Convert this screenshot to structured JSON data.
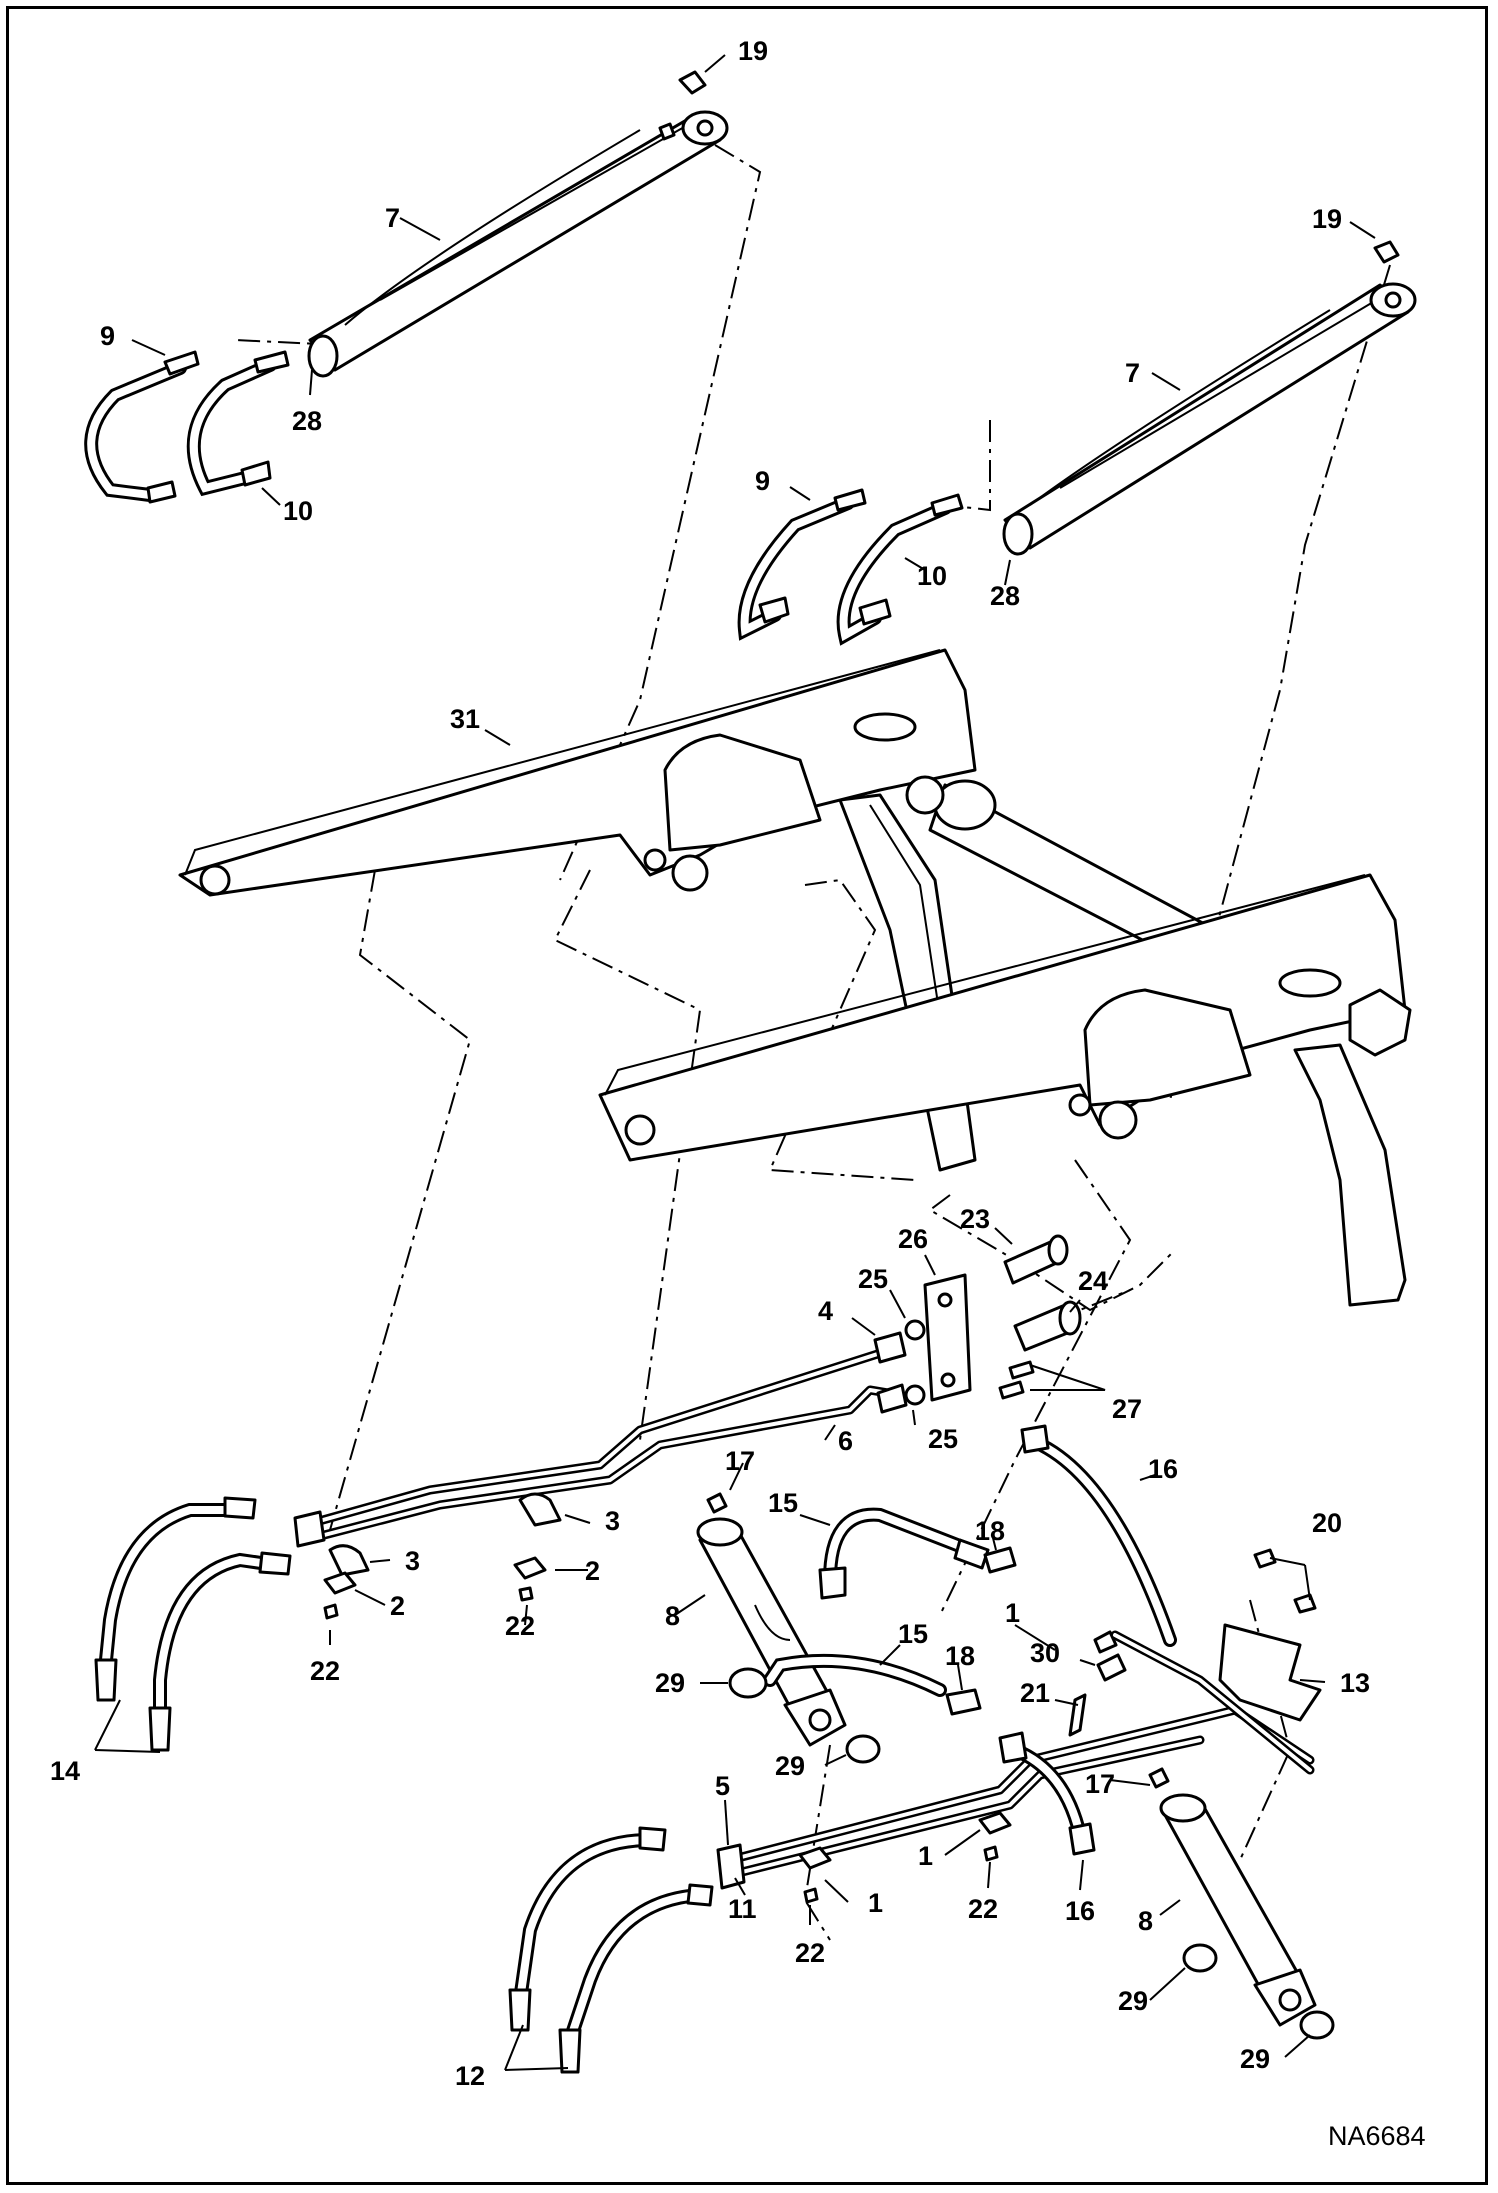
{
  "diagram_id": "NA6684",
  "callouts": [
    {
      "id": "c1",
      "text": "19"
    },
    {
      "id": "c2",
      "text": "7"
    },
    {
      "id": "c3",
      "text": "9"
    },
    {
      "id": "c4",
      "text": "28"
    },
    {
      "id": "c5",
      "text": "10"
    },
    {
      "id": "c6",
      "text": "19"
    },
    {
      "id": "c7",
      "text": "7"
    },
    {
      "id": "c8",
      "text": "9"
    },
    {
      "id": "c9",
      "text": "10"
    },
    {
      "id": "c10",
      "text": "28"
    },
    {
      "id": "c11",
      "text": "31"
    },
    {
      "id": "c12",
      "text": "26"
    },
    {
      "id": "c13",
      "text": "23"
    },
    {
      "id": "c14",
      "text": "25"
    },
    {
      "id": "c15",
      "text": "24"
    },
    {
      "id": "c16",
      "text": "4"
    },
    {
      "id": "c17",
      "text": "27"
    },
    {
      "id": "c18",
      "text": "25"
    },
    {
      "id": "c19",
      "text": "6"
    },
    {
      "id": "c20",
      "text": "17"
    },
    {
      "id": "c21",
      "text": "16"
    },
    {
      "id": "c22",
      "text": "15"
    },
    {
      "id": "c23",
      "text": "18"
    },
    {
      "id": "c24",
      "text": "3"
    },
    {
      "id": "c25",
      "text": "20"
    },
    {
      "id": "c26",
      "text": "3"
    },
    {
      "id": "c27",
      "text": "2"
    },
    {
      "id": "c28",
      "text": "2"
    },
    {
      "id": "c29",
      "text": "8"
    },
    {
      "id": "c30",
      "text": "1"
    },
    {
      "id": "c31",
      "text": "22"
    },
    {
      "id": "c32",
      "text": "15"
    },
    {
      "id": "c33",
      "text": "18"
    },
    {
      "id": "c34",
      "text": "30"
    },
    {
      "id": "c35",
      "text": "22"
    },
    {
      "id": "c36",
      "text": "13"
    },
    {
      "id": "c37",
      "text": "29"
    },
    {
      "id": "c38",
      "text": "21"
    },
    {
      "id": "c39",
      "text": "14"
    },
    {
      "id": "c40",
      "text": "29"
    },
    {
      "id": "c41",
      "text": "5"
    },
    {
      "id": "c42",
      "text": "17"
    },
    {
      "id": "c43",
      "text": "1"
    },
    {
      "id": "c44",
      "text": "1"
    },
    {
      "id": "c45",
      "text": "11"
    },
    {
      "id": "c46",
      "text": "22"
    },
    {
      "id": "c47",
      "text": "16"
    },
    {
      "id": "c48",
      "text": "8"
    },
    {
      "id": "c49",
      "text": "22"
    },
    {
      "id": "c50",
      "text": "29"
    },
    {
      "id": "c51",
      "text": "12"
    },
    {
      "id": "c52",
      "text": "29"
    }
  ]
}
